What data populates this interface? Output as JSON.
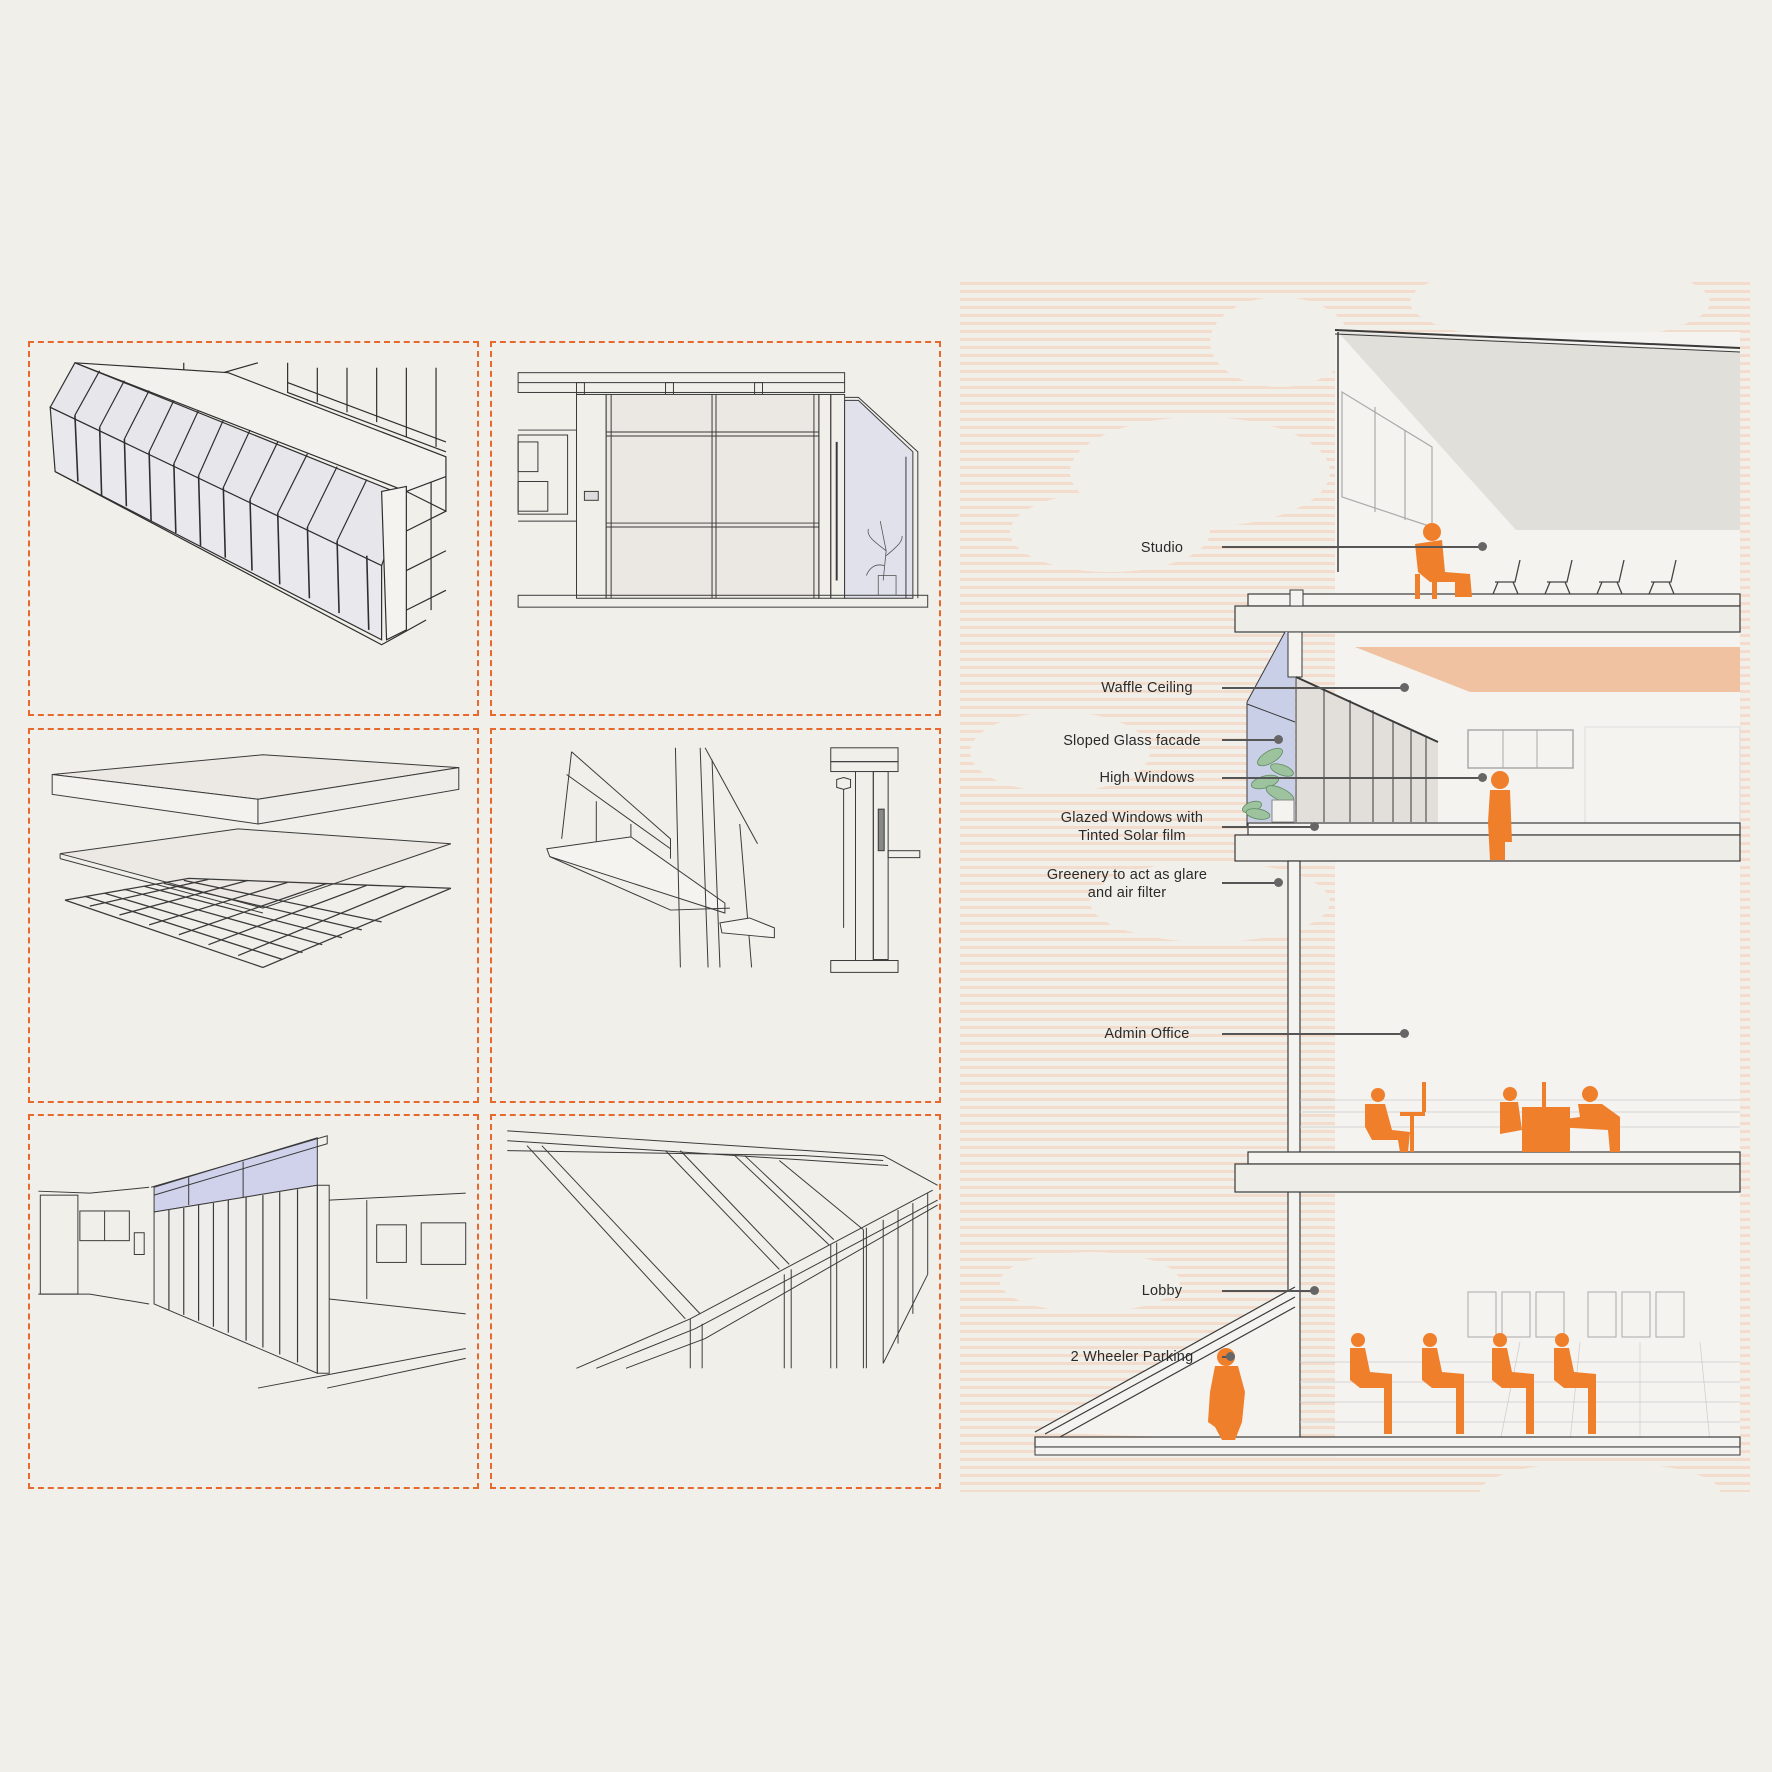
{
  "colors": {
    "background": "#f0efea",
    "panel_border": "#e8692e",
    "stripe": "#f4dccd",
    "figure_orange": "#f07f2c",
    "ceiling_orange": "#efbc98",
    "glass_blue": "#c9cfe6",
    "line": "#3a3a3a",
    "wall": "#f4f3ef",
    "roof_grey": "#e0dfda"
  },
  "panels": [
    {
      "id": "axonometric-facade",
      "subject": "sloped glass facade axonometric"
    },
    {
      "id": "interior-elevation",
      "subject": "interior elevation with sloped glass and planter"
    },
    {
      "id": "waffle-ceiling-exploded",
      "subject": "exploded waffle ceiling layers"
    },
    {
      "id": "window-detail",
      "subject": "high window sill detail and section"
    },
    {
      "id": "interior-perspective",
      "subject": "interior perspective with high windows"
    },
    {
      "id": "glass-roof-perspective",
      "subject": "sloped glass roof frame perspective"
    }
  ],
  "section": {
    "labels": [
      {
        "id": "studio",
        "text": "Studio"
      },
      {
        "id": "waffle-ceiling",
        "text": "Waffle Ceiling"
      },
      {
        "id": "sloped-glass-facade",
        "text": "Sloped Glass facade"
      },
      {
        "id": "high-windows",
        "text": "High Windows"
      },
      {
        "id": "glazed-windows-1",
        "text": "Glazed Windows with"
      },
      {
        "id": "glazed-windows-2",
        "text": "Tinted Solar film"
      },
      {
        "id": "greenery-1",
        "text": "Greenery to act as glare"
      },
      {
        "id": "greenery-2",
        "text": "and air filter"
      },
      {
        "id": "admin-office",
        "text": "Admin Office"
      },
      {
        "id": "lobby",
        "text": "Lobby"
      },
      {
        "id": "two-wheeler-parking",
        "text": "2 Wheeler Parking"
      }
    ]
  }
}
